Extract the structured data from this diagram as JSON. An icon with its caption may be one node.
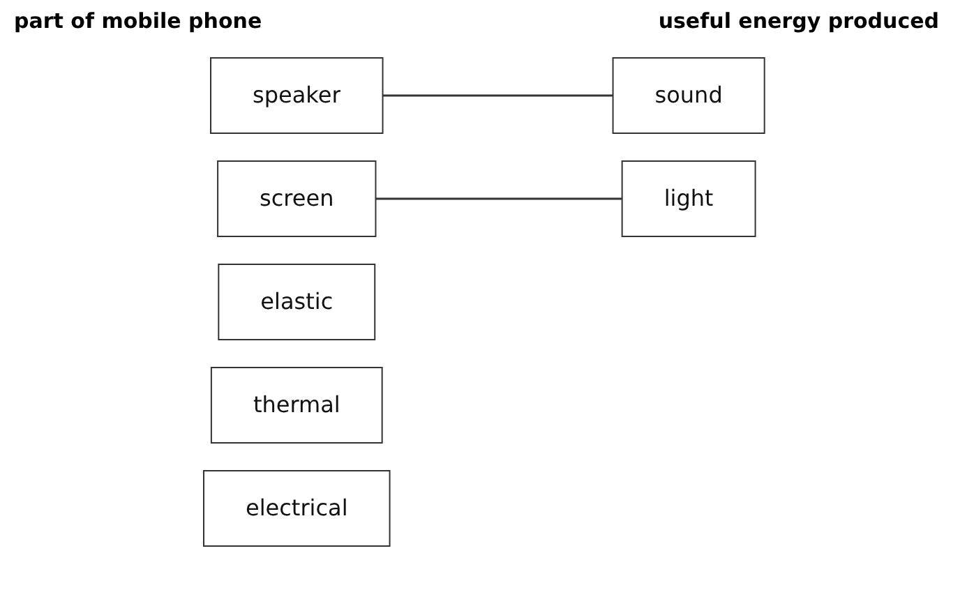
{
  "diagram": {
    "nodes": [
      {
        "text": [
          "speaker"
        ]
      },
      {
        "text": [
          "screen"
        ]
      },
      {
        "text": [
          "light"
        ]
      },
      {
        "text": [
          "elastic"
        ]
      },
      {
        "text": [
          "thermal"
        ]
      },
      {
        "text": [
          "electrical"
        ]
      },
      {
        "text": [
          "sound"
        ]
      }
    ],
    "edges": [
      {
        "from": 0,
        "to": 6,
        "arrow": "none"
      },
      {
        "from": 1,
        "to": 2,
        "arrow": "none"
      }
    ],
    "labels": [
      "part of mobile phone",
      "useful energy produced"
    ]
  }
}
